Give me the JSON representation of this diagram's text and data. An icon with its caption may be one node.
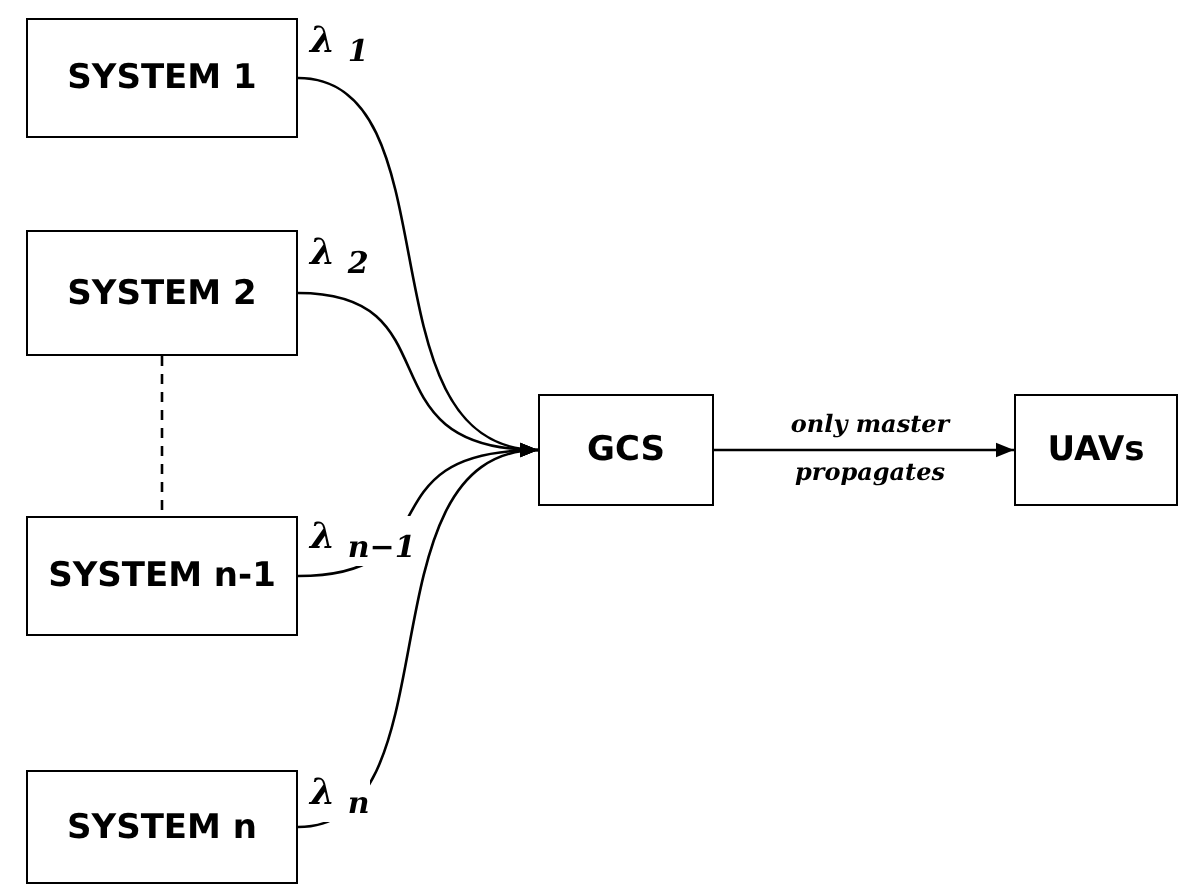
{
  "diagram": {
    "nodes": [
      {
        "text": [
          "SYSTEM 1"
        ]
      },
      {
        "text": [
          "SYSTEM 2"
        ]
      },
      {
        "text": [
          "SYSTEM n-1"
        ]
      },
      {
        "text": [
          "SYSTEM n"
        ]
      },
      {
        "text": [
          "GCS"
        ]
      },
      {
        "text": [
          "UAVs"
        ]
      }
    ],
    "edges": [
      {
        "from": 0,
        "to": 4,
        "arrow": "to",
        "label": "λ $_{1}$"
      },
      {
        "from": 1,
        "to": 4,
        "arrow": "to",
        "label": "λ $_{2}$"
      },
      {
        "from": 2,
        "to": 4,
        "arrow": "to",
        "label": "λ $_{n−1}$"
      },
      {
        "from": 3,
        "to": 4,
        "arrow": "to",
        "label": "λ $_{n}$"
      },
      {
        "from": 4,
        "to": 5,
        "arrow": "to",
        "label": "only master propagates"
      },
      {
        "from": 1,
        "to": 2,
        "arrow": "none",
        "style": "dashed"
      }
    ]
  }
}
